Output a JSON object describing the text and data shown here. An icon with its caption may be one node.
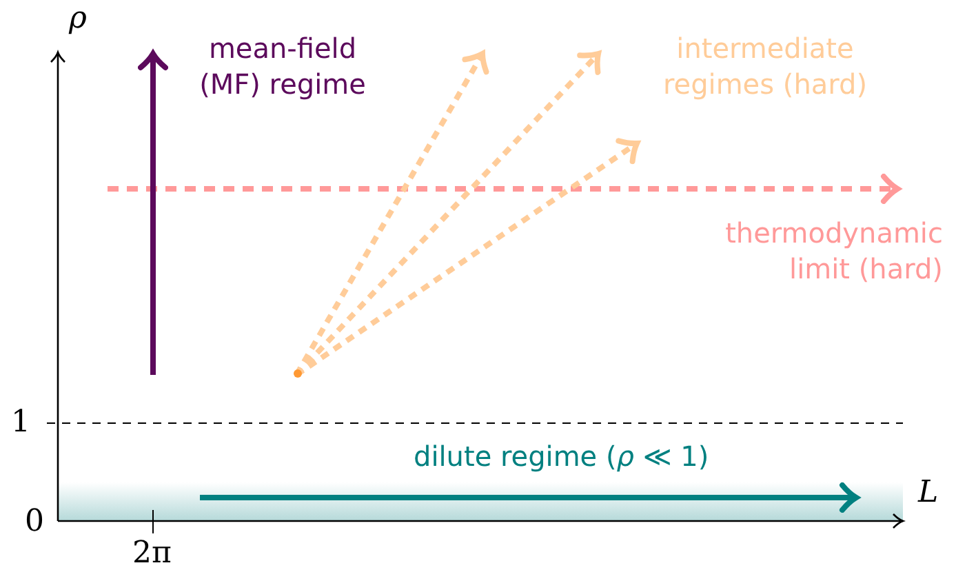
{
  "diagram": {
    "labels": [
      "ρ",
      "mean-field (MF) regime",
      "intermediate regimes (hard)",
      "thermodynamic limit (hard)",
      "1",
      "dilute regime (*ρ* ≪ 1)",
      "0",
      "L",
      "2π"
    ]
  }
}
